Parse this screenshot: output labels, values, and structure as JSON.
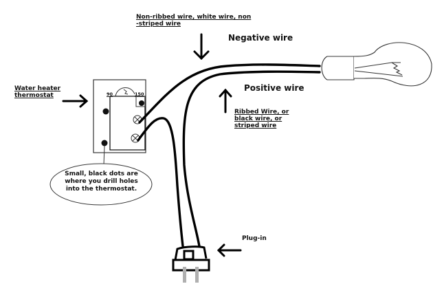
{
  "labels": {
    "negative_note": "Non-ribbed wire, white wire, non -striped wire",
    "negative_note_line1": "Non-ribbed wire, white wire, non",
    "negative_note_line2": "-striped wire",
    "negative_title": "Negative wire",
    "positive_title": "Positive wire",
    "positive_note_line1": "Ribbed Wire, or",
    "positive_note_line2": "black wire, or",
    "positive_note_line3": "striped wire",
    "thermostat_line1": "Water heater",
    "thermostat_line2": "thermostat",
    "dial_low": "90",
    "dial_high": "150",
    "bubble_line1": "Small, black dots are",
    "bubble_line2": "where you drill holes",
    "bubble_line3": "into the thermostat.",
    "plug": "Plug-in"
  },
  "colors": {
    "wire": "#000000",
    "prong": "#b0b0b0",
    "outline": "#333333",
    "background": "#ffffff"
  }
}
